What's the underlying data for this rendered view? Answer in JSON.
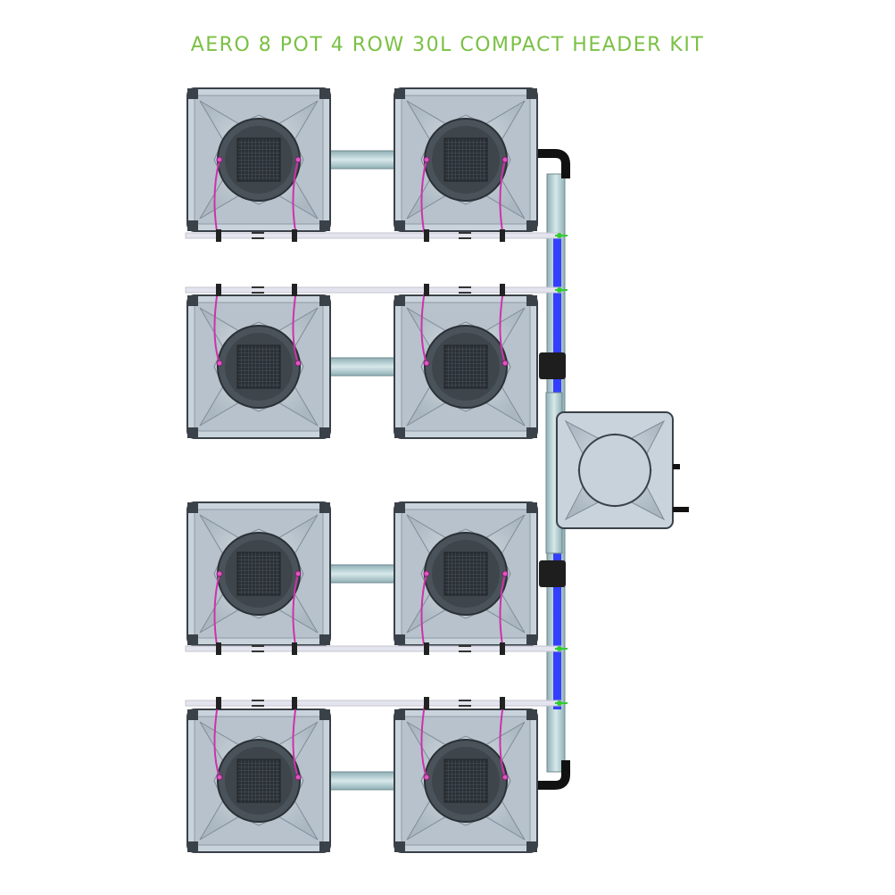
{
  "title": "AERO 8 POT 4 ROW 30L COMPACT HEADER KIT",
  "colors": {
    "title": "#7ac143",
    "pot_body": "#c9d3dc",
    "pot_outline": "#3a4148",
    "pipe": "#a9c3c8",
    "feed_line": "#3340ff",
    "dripper_hose": "#cc33aa",
    "fitting": "#33cc33"
  },
  "diagram": {
    "pots": [
      {
        "id": "pot-1",
        "row": 1,
        "col": 1,
        "icon": "grow-pot-icon"
      },
      {
        "id": "pot-2",
        "row": 1,
        "col": 2,
        "icon": "grow-pot-icon"
      },
      {
        "id": "pot-3",
        "row": 2,
        "col": 1,
        "icon": "grow-pot-icon"
      },
      {
        "id": "pot-4",
        "row": 2,
        "col": 2,
        "icon": "grow-pot-icon"
      },
      {
        "id": "pot-5",
        "row": 3,
        "col": 1,
        "icon": "grow-pot-icon"
      },
      {
        "id": "pot-6",
        "row": 3,
        "col": 2,
        "icon": "grow-pot-icon"
      },
      {
        "id": "pot-7",
        "row": 4,
        "col": 1,
        "icon": "grow-pot-icon"
      },
      {
        "id": "pot-8",
        "row": 4,
        "col": 2,
        "icon": "grow-pot-icon"
      }
    ],
    "header_tank": {
      "id": "header-tank",
      "icon": "header-tank-icon"
    }
  }
}
